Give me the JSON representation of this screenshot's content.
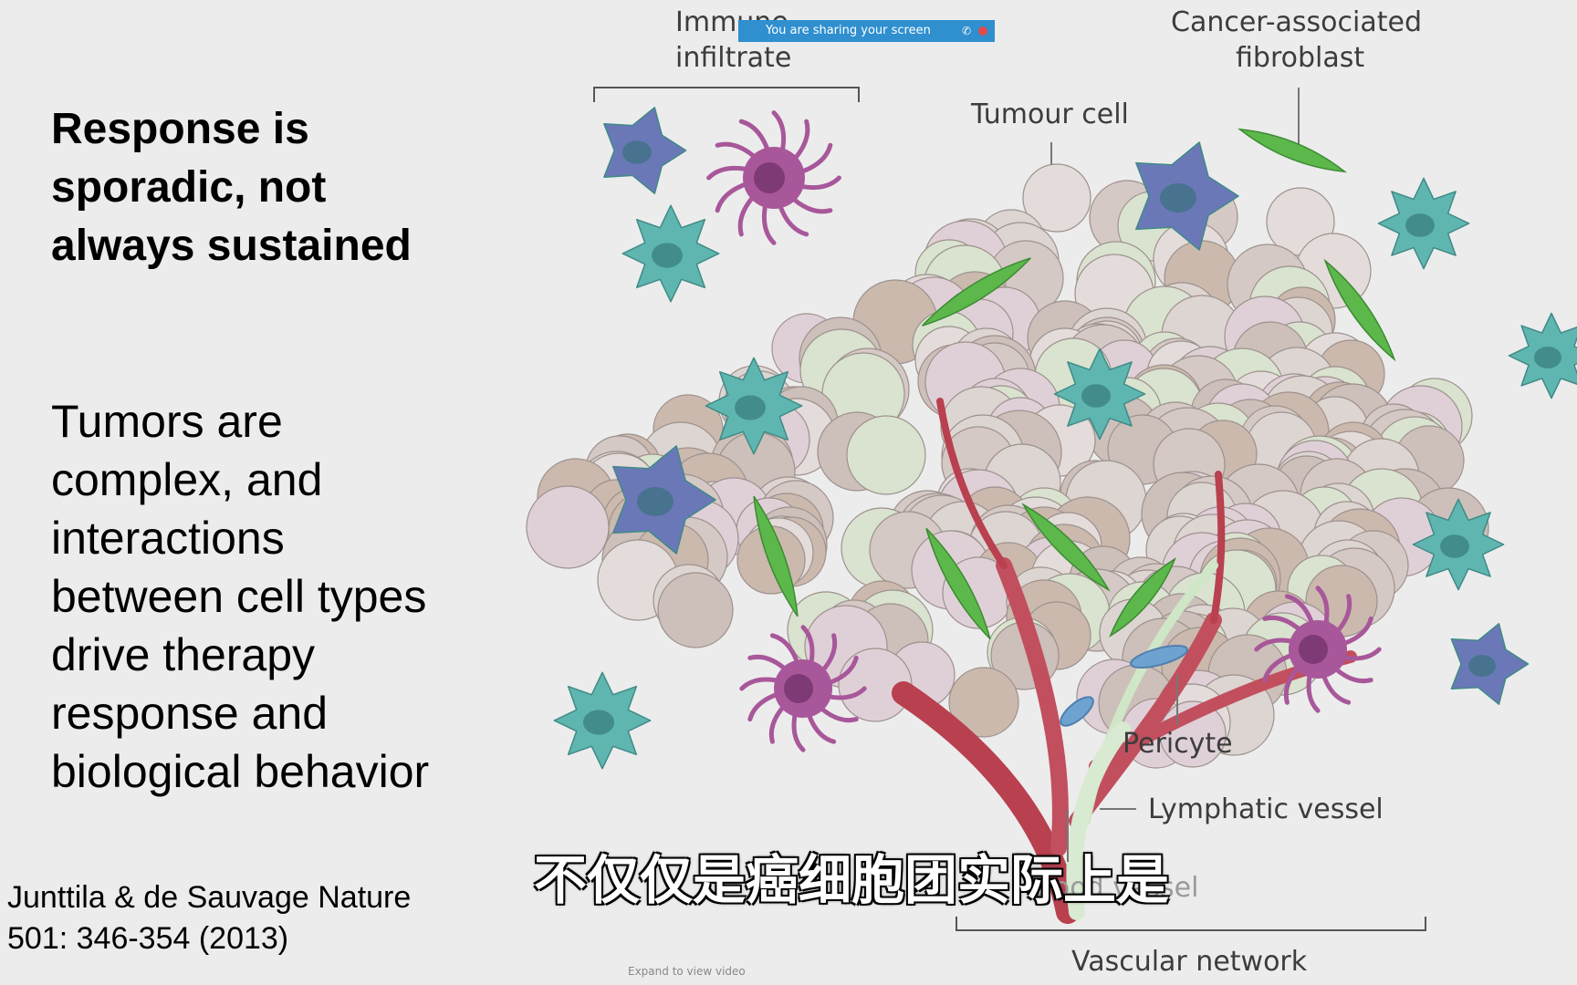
{
  "slide": {
    "headline_lines": [
      "Response is",
      "sporadic, not",
      "always sustained"
    ],
    "body_lines": [
      "Tumors are",
      "complex, and",
      "interactions",
      "between cell types",
      "drive therapy",
      "response and",
      "biological behavior"
    ],
    "citation_lines": [
      "Junttila & de Sauvage Nature",
      "501: 346-354 (2013)"
    ]
  },
  "figure": {
    "labels": {
      "immune_line1": "Immune",
      "immune_line2": "infiltrate",
      "caf_line1": "Cancer-associated",
      "caf_line2": "fibroblast",
      "tumour_cell": "Tumour cell",
      "pericyte": "Pericyte",
      "lymphatic": "Lymphatic vessel",
      "blood_vessel": "Blood vessel",
      "vascular": "Vascular network"
    },
    "colors": {
      "tumour_cell": "#d9cfcc",
      "teal_cell": "#5fb6b0",
      "purple_cell": "#a8579a",
      "blue_cell": "#6b78b8",
      "fibroblast": "#5cb84a",
      "vessel": "#b8404f"
    }
  },
  "screen_share": {
    "banner_text": "You are sharing your screen",
    "phone_icon": "phone-icon",
    "record_icon": "record-dot-icon"
  },
  "video": {
    "subtitle": "不仅仅是癌细胞团实际上是",
    "expand_hint": "Expand to view video"
  }
}
